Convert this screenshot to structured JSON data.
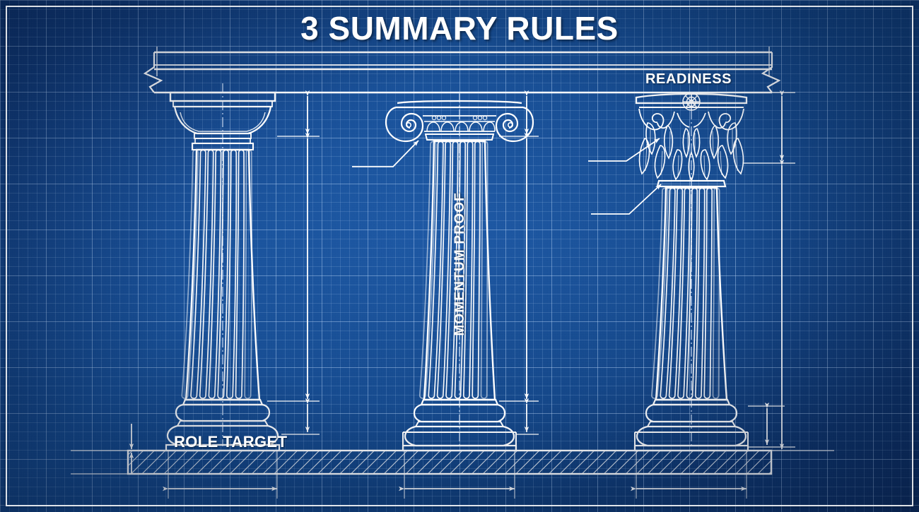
{
  "document": {
    "type": "blueprint-drawing",
    "title": "3 SUMMARY RULES"
  },
  "labels": {
    "left_column": "ROLE TARGET",
    "center_column": "MOMENTUM PROOF",
    "right_column": "READINESS"
  },
  "columns": [
    {
      "id": "left",
      "order": "doric",
      "label": "ROLE TARGET",
      "label_placement": "plinth-box"
    },
    {
      "id": "center",
      "order": "ionic",
      "label": "MOMENTUM PROOF",
      "label_placement": "shaft-vertical"
    },
    {
      "id": "right",
      "order": "corinthian",
      "label": "READINESS",
      "label_placement": "entablature"
    }
  ],
  "colors": {
    "paper": "#12407f",
    "paper_dark": "#0c2d62",
    "grid_fine": "rgba(175,205,240,0.17)",
    "grid_major": "rgba(200,225,255,0.30)",
    "ink": "#ffffff",
    "title": "#ffffff"
  },
  "drawing_elements": {
    "frame": "border",
    "entablature": "top-beam-with-break-symbols",
    "foundation": "hatched-base-slab",
    "dimension_lines": "vertical-and-horizontal-with-arrowheads",
    "leader_lines": "arrow-callouts-to-capitals",
    "centerlines": "dash-dot"
  }
}
